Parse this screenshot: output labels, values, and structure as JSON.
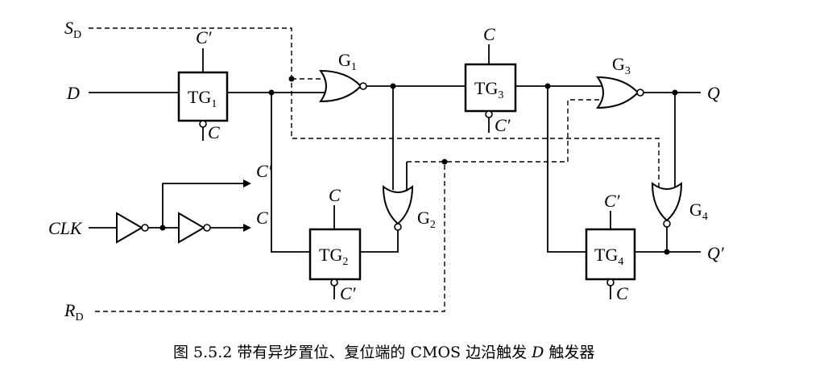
{
  "signals": {
    "sd": {
      "name": "S",
      "sub": "D"
    },
    "rd": {
      "name": "R",
      "sub": "D"
    },
    "d": "D",
    "clk": "CLK",
    "q": "Q",
    "q_prime": "Q′",
    "c_prime": "C′",
    "c": "C"
  },
  "gates": {
    "tg1": {
      "name": "TG",
      "sub": "1",
      "top": "C′",
      "bottom": "C"
    },
    "tg2": {
      "name": "TG",
      "sub": "2",
      "top": "C",
      "bottom": "C′"
    },
    "tg3": {
      "name": "TG",
      "sub": "3",
      "top": "C",
      "bottom": "C′"
    },
    "tg4": {
      "name": "TG",
      "sub": "4",
      "top": "C′",
      "bottom": "C"
    },
    "g1": {
      "name": "G",
      "sub": "1"
    },
    "g2": {
      "name": "G",
      "sub": "2"
    },
    "g3": {
      "name": "G",
      "sub": "3"
    },
    "g4": {
      "name": "G",
      "sub": "4"
    }
  },
  "caption": {
    "prefix": "图 5.5.2   带有异步置位、复位端的 CMOS 边沿触发 ",
    "italic": "D",
    "suffix": " 触发器"
  }
}
